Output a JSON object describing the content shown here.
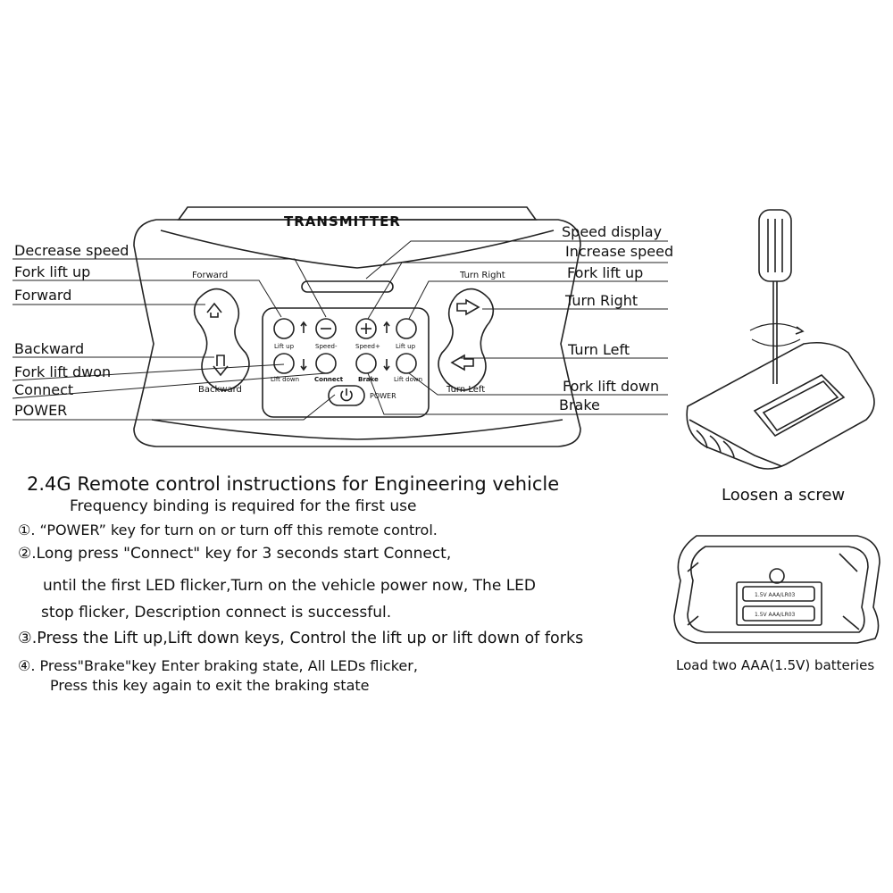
{
  "transmitter": {
    "title": "TRANSMITTER",
    "left_pad": {
      "top_label": "Forward",
      "bottom_label": "Backward"
    },
    "right_pad": {
      "top_label": "Turn Right",
      "bottom_label": "Turn Left"
    },
    "keys": {
      "lift_up_left": "Lift up",
      "speed_minus": "Speed-",
      "speed_plus": "Speed+",
      "lift_up_right": "Lift up",
      "lift_down_left": "Lift down",
      "connect": "Connect",
      "brake": "Brake",
      "lift_down_right": "Lift down",
      "power": "POWER"
    }
  },
  "callouts_left": [
    "Decrease speed",
    "Fork lift up",
    "Forward",
    "Backward",
    "Fork lift dwon",
    "Connect",
    "POWER"
  ],
  "callouts_right": [
    "Speed display",
    "Increase speed",
    "Fork lift up",
    "Turn Right",
    "Turn Left",
    "Fork lift down",
    "Brake"
  ],
  "instructions": {
    "heading": "2.4G Remote control instructions for Engineering vehicle",
    "subheading": "Frequency binding is required for the first use",
    "steps": [
      "①.  “POWER”   key for turn on or turn off this remote control.",
      "②.Long press \"Connect\" key for 3 seconds start Connect,",
      "until the first LED flicker,Turn on the vehicle power now, The LED",
      "stop flicker, Description connect  is successful.",
      "③.Press the Lift up,Lift down keys, Control the lift up or lift down of forks",
      "④. Press\"Brake\"key Enter braking state, All LEDs flicker,",
      "Press this key again to exit the braking state"
    ]
  },
  "battery": {
    "screw_caption": "Loosen a screw",
    "battery_caption": "Load two AAA(1.5V) batteries",
    "cell_label": "1.5V  AAA/LR03"
  }
}
